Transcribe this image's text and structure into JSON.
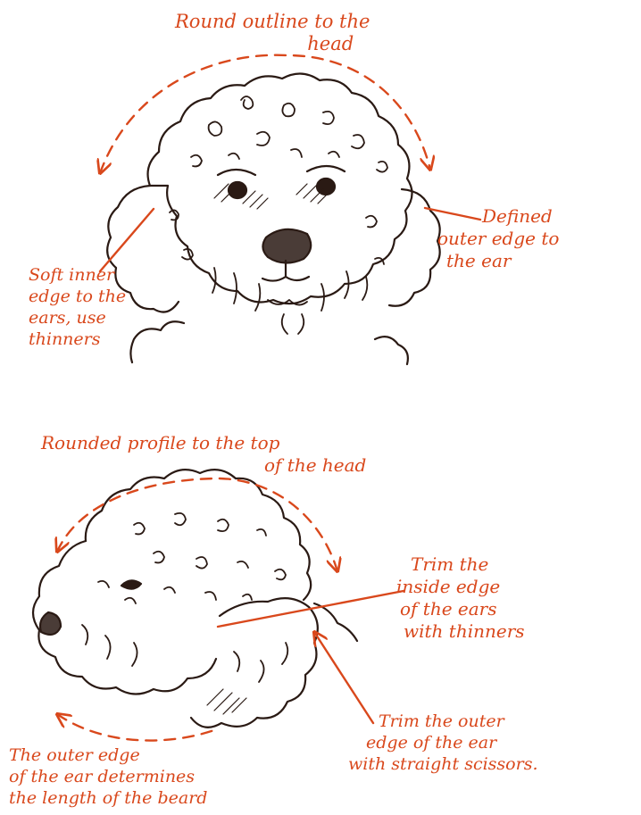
{
  "colors": {
    "annotation": "#d9481c",
    "ink": "#2a1a14"
  },
  "top_diagram": {
    "annotations": {
      "head_outline": [
        "Round outline to the",
        "head"
      ],
      "outer_edge": [
        "Defined",
        "outer edge to",
        "the ear"
      ],
      "inner_edge": [
        "Soft inner",
        "edge to the",
        "ears, use",
        "thinners"
      ]
    }
  },
  "bottom_diagram": {
    "annotations": {
      "top_profile": [
        "Rounded profile to the top",
        "of the head"
      ],
      "inside_edge": [
        "Trim the",
        "inside edge",
        "of the ears",
        "with thinners"
      ],
      "outer_edge_scissors": [
        "Trim the outer",
        "edge of the ear",
        "with straight scissors."
      ],
      "beard_length": [
        "The outer edge",
        "of the ear determines",
        "the length of the beard"
      ]
    }
  }
}
